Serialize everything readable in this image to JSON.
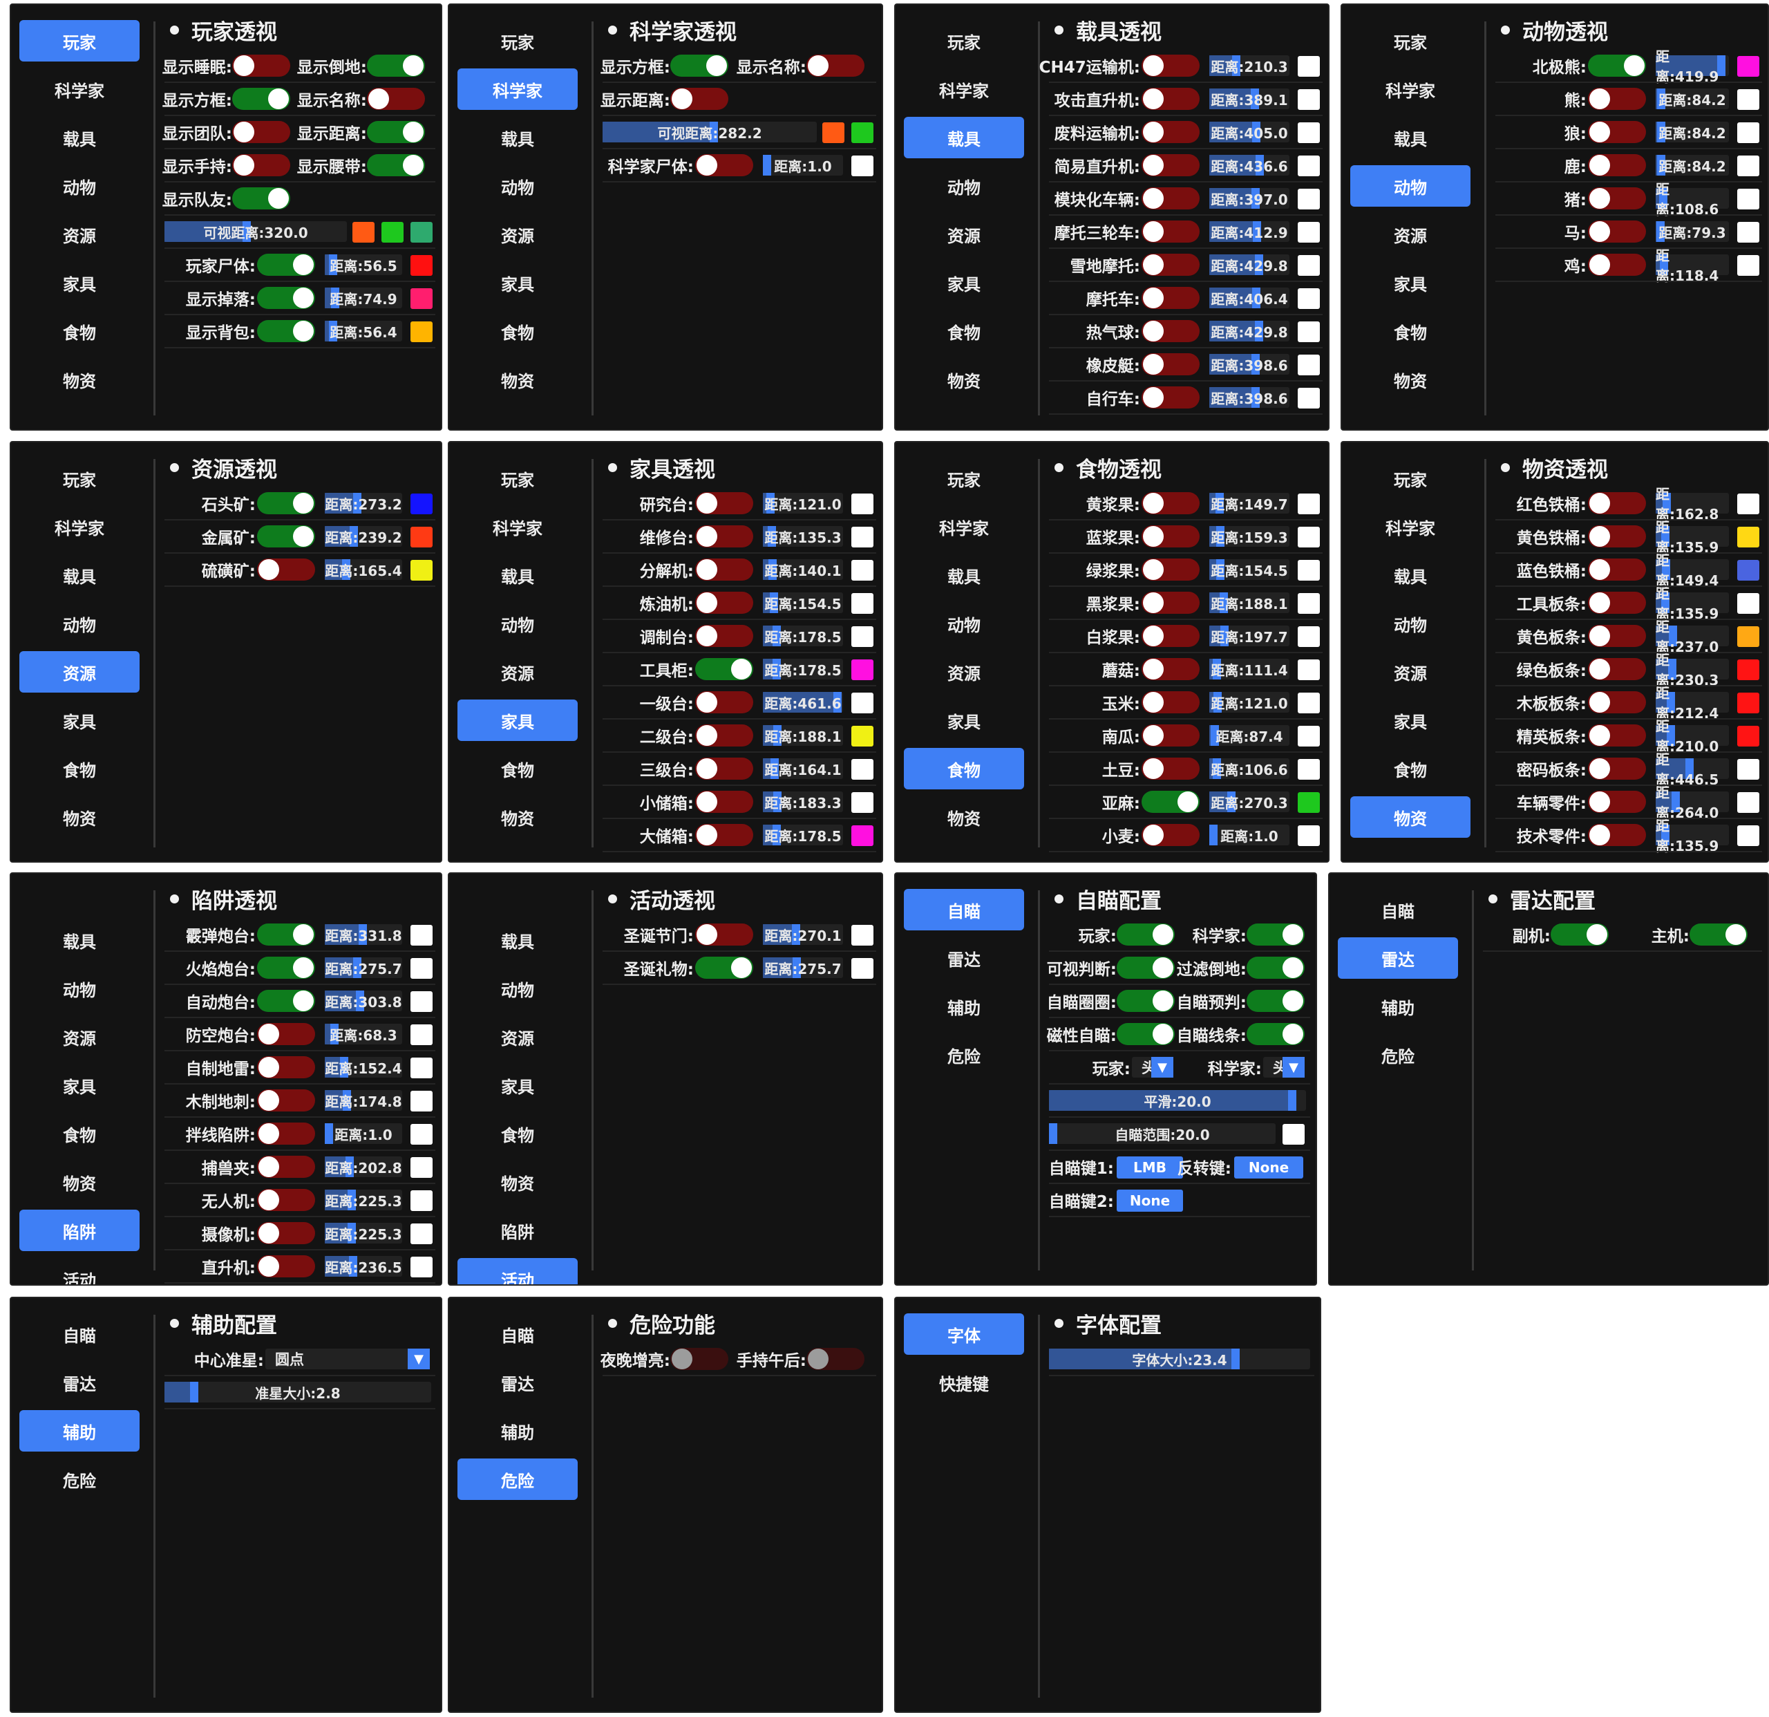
{
  "nav": {
    "player": "玩家",
    "scientist": "科学家",
    "vehicle": "载具",
    "animal": "动物",
    "resource": "资源",
    "furniture": "家具",
    "food": "食物",
    "supply": "物资",
    "trap": "陷阱",
    "event": "活动",
    "aim": "自瞄",
    "radar": "雷达",
    "assist": "辅助",
    "danger": "危险",
    "font": "字体",
    "hotkey": "快捷键"
  },
  "panels": [
    {
      "side": "esp",
      "active": "player",
      "title": "玩家透视",
      "rows": [
        {
          "type": "pair",
          "a": {
            "label": "显示睡眠:",
            "on": false
          },
          "b": {
            "label": "显示倒地:",
            "on": true
          }
        },
        {
          "type": "pair",
          "a": {
            "label": "显示方框:",
            "on": true
          },
          "b": {
            "label": "显示名称:",
            "on": false
          }
        },
        {
          "type": "pair",
          "a": {
            "label": "显示团队:",
            "on": false
          },
          "b": {
            "label": "显示距离:",
            "on": true
          }
        },
        {
          "type": "pair",
          "a": {
            "label": "显示手持:",
            "on": false
          },
          "b": {
            "label": "显示腰带:",
            "on": true
          }
        },
        {
          "type": "single",
          "label": "显示队友:",
          "on": true
        },
        {
          "type": "slider3",
          "text": "可视距离:320.0",
          "value": 0.45,
          "colors": [
            "#ff5a14",
            "#1ec81e",
            "#2eaa6e"
          ]
        },
        {
          "type": "dist",
          "label": "玩家尸体:",
          "on": true,
          "dist": "距离:56.5",
          "value": 0.06,
          "color": "#ff1010"
        },
        {
          "type": "dist",
          "label": "显示掉落:",
          "on": true,
          "dist": "距离:74.9",
          "value": 0.09,
          "color": "#ff1e6e"
        },
        {
          "type": "dist",
          "label": "显示背包:",
          "on": true,
          "dist": "距离:56.4",
          "value": 0.06,
          "color": "#ffb400"
        }
      ]
    },
    {
      "side": "esp",
      "active": "scientist",
      "title": "科学家透视",
      "rows": [
        {
          "type": "pair",
          "a": {
            "label": "显示方框:",
            "on": true
          },
          "b": {
            "label": "显示名称:",
            "on": false
          }
        },
        {
          "type": "single",
          "label": "显示距离:",
          "on": false
        },
        {
          "type": "slider2",
          "text": "可视距离:282.2",
          "value": 0.52,
          "colors": [
            "#ff5a14",
            "#1ec81e"
          ]
        },
        {
          "type": "dist",
          "label": "科学家尸体:",
          "on": false,
          "dist": "距离:1.0",
          "value": 0.0,
          "color": "#ffffff"
        }
      ]
    },
    {
      "side": "esp",
      "active": "vehicle",
      "title": "载具透视",
      "rows": [
        {
          "type": "dist",
          "label": "CH47运输机:",
          "on": false,
          "dist": "距离:210.3",
          "value": 0.32,
          "color": "#ffffff"
        },
        {
          "type": "dist",
          "label": "攻击直升机:",
          "on": false,
          "dist": "距离:389.1",
          "value": 0.58,
          "color": "#ffffff"
        },
        {
          "type": "dist",
          "label": "废料运输机:",
          "on": false,
          "dist": "距离:405.0",
          "value": 0.6,
          "color": "#ffffff"
        },
        {
          "type": "dist",
          "label": "简易直升机:",
          "on": false,
          "dist": "距离:436.6",
          "value": 0.64,
          "color": "#ffffff"
        },
        {
          "type": "dist",
          "label": "模块化车辆:",
          "on": false,
          "dist": "距离:397.0",
          "value": 0.59,
          "color": "#ffffff"
        },
        {
          "type": "dist",
          "label": "摩托三轮车:",
          "on": false,
          "dist": "距离:412.9",
          "value": 0.61,
          "color": "#ffffff"
        },
        {
          "type": "dist",
          "label": "雪地摩托:",
          "on": false,
          "dist": "距离:429.8",
          "value": 0.63,
          "color": "#ffffff"
        },
        {
          "type": "dist",
          "label": "摩托车:",
          "on": false,
          "dist": "距离:406.4",
          "value": 0.6,
          "color": "#ffffff"
        },
        {
          "type": "dist",
          "label": "热气球:",
          "on": false,
          "dist": "距离:429.8",
          "value": 0.63,
          "color": "#ffffff"
        },
        {
          "type": "dist",
          "label": "橡皮艇:",
          "on": false,
          "dist": "距离:398.6",
          "value": 0.59,
          "color": "#ffffff"
        },
        {
          "type": "dist",
          "label": "自行车:",
          "on": false,
          "dist": "距离:398.6",
          "value": 0.59,
          "color": "#ffffff"
        }
      ]
    },
    {
      "side": "esp",
      "active": "animal",
      "title": "动物透视",
      "rows": [
        {
          "type": "dist",
          "label": "北极熊:",
          "on": true,
          "dist": "距离:419.9",
          "value": 0.95,
          "color": "#ff10e0"
        },
        {
          "type": "dist",
          "label": "熊:",
          "on": false,
          "dist": "距离:84.2",
          "value": 0.02,
          "color": "#ffffff"
        },
        {
          "type": "dist",
          "label": "狼:",
          "on": false,
          "dist": "距离:84.2",
          "value": 0.02,
          "color": "#ffffff"
        },
        {
          "type": "dist",
          "label": "鹿:",
          "on": false,
          "dist": "距离:84.2",
          "value": 0.02,
          "color": "#ffffff"
        },
        {
          "type": "dist",
          "label": "猪:",
          "on": false,
          "dist": "距离:108.6",
          "value": 0.05,
          "color": "#ffffff"
        },
        {
          "type": "dist",
          "label": "马:",
          "on": false,
          "dist": "距离:79.3",
          "value": 0.01,
          "color": "#ffffff"
        },
        {
          "type": "dist",
          "label": "鸡:",
          "on": false,
          "dist": "距离:118.4",
          "value": 0.06,
          "color": "#ffffff"
        }
      ]
    },
    {
      "side": "esp",
      "active": "resource",
      "title": "资源透视",
      "rows": [
        {
          "type": "dist",
          "label": "石头矿:",
          "on": true,
          "dist": "距离:273.2",
          "value": 0.41,
          "color": "#1414ff"
        },
        {
          "type": "dist",
          "label": "金属矿:",
          "on": true,
          "dist": "距离:239.2",
          "value": 0.36,
          "color": "#ff3a14"
        },
        {
          "type": "dist",
          "label": "硫磺矿:",
          "on": false,
          "dist": "距离:165.4",
          "value": 0.25,
          "color": "#f0f014"
        }
      ]
    },
    {
      "side": "esp",
      "active": "furniture",
      "title": "家具透视",
      "rows": [
        {
          "type": "dist",
          "label": "研究台:",
          "on": false,
          "dist": "距离:121.0",
          "value": 0.05,
          "color": "#ffffff"
        },
        {
          "type": "dist",
          "label": "维修台:",
          "on": false,
          "dist": "距离:135.3",
          "value": 0.07,
          "color": "#ffffff"
        },
        {
          "type": "dist",
          "label": "分解机:",
          "on": false,
          "dist": "距离:140.1",
          "value": 0.08,
          "color": "#ffffff"
        },
        {
          "type": "dist",
          "label": "炼油机:",
          "on": false,
          "dist": "距离:154.5",
          "value": 0.1,
          "color": "#ffffff"
        },
        {
          "type": "dist",
          "label": "调制台:",
          "on": false,
          "dist": "距离:178.5",
          "value": 0.13,
          "color": "#ffffff"
        },
        {
          "type": "dist",
          "label": "工具柜:",
          "on": true,
          "dist": "距离:178.5",
          "value": 0.13,
          "color": "#ff10e0"
        },
        {
          "type": "dist",
          "label": "一级台:",
          "on": false,
          "dist": "距离:461.6",
          "value": 0.98,
          "color": "#ffffff"
        },
        {
          "type": "dist",
          "label": "二级台:",
          "on": false,
          "dist": "距离:188.1",
          "value": 0.14,
          "color": "#f0f014"
        },
        {
          "type": "dist",
          "label": "三级台:",
          "on": false,
          "dist": "距离:164.1",
          "value": 0.11,
          "color": "#ffffff"
        },
        {
          "type": "dist",
          "label": "小储箱:",
          "on": false,
          "dist": "距离:183.3",
          "value": 0.14,
          "color": "#ffffff"
        },
        {
          "type": "dist",
          "label": "大储箱:",
          "on": false,
          "dist": "距离:178.5",
          "value": 0.13,
          "color": "#ff10e0"
        }
      ]
    },
    {
      "side": "esp",
      "active": "food",
      "title": "食物透视",
      "rows": [
        {
          "type": "dist",
          "label": "黄浆果:",
          "on": false,
          "dist": "距离:149.7",
          "value": 0.09,
          "color": "#ffffff"
        },
        {
          "type": "dist",
          "label": "蓝浆果:",
          "on": false,
          "dist": "距离:159.3",
          "value": 0.1,
          "color": "#ffffff"
        },
        {
          "type": "dist",
          "label": "绿浆果:",
          "on": false,
          "dist": "距离:154.5",
          "value": 0.1,
          "color": "#ffffff"
        },
        {
          "type": "dist",
          "label": "黑浆果:",
          "on": false,
          "dist": "距离:188.1",
          "value": 0.14,
          "color": "#ffffff"
        },
        {
          "type": "dist",
          "label": "白浆果:",
          "on": false,
          "dist": "距离:197.7",
          "value": 0.15,
          "color": "#ffffff"
        },
        {
          "type": "dist",
          "label": "蘑菇:",
          "on": false,
          "dist": "距离:111.4",
          "value": 0.05,
          "color": "#ffffff"
        },
        {
          "type": "dist",
          "label": "玉米:",
          "on": false,
          "dist": "距离:121.0",
          "value": 0.06,
          "color": "#ffffff"
        },
        {
          "type": "dist",
          "label": "南瓜:",
          "on": false,
          "dist": "距离:87.4",
          "value": 0.02,
          "color": "#ffffff"
        },
        {
          "type": "dist",
          "label": "土豆:",
          "on": false,
          "dist": "距离:106.6",
          "value": 0.05,
          "color": "#ffffff"
        },
        {
          "type": "dist",
          "label": "亚麻:",
          "on": true,
          "dist": "距离:270.3",
          "value": 0.25,
          "color": "#1ec81e"
        },
        {
          "type": "dist",
          "label": "小麦:",
          "on": false,
          "dist": "距离:1.0",
          "value": 0.0,
          "color": "#ffffff"
        }
      ]
    },
    {
      "side": "esp",
      "active": "supply",
      "title": "物资透视",
      "rows": [
        {
          "type": "dist",
          "label": "红色铁桶:",
          "on": false,
          "dist": "距离:162.8",
          "value": 0.11,
          "color": "#ffffff"
        },
        {
          "type": "dist",
          "label": "黄色铁桶:",
          "on": false,
          "dist": "距离:135.9",
          "value": 0.08,
          "color": "#ffd814"
        },
        {
          "type": "dist",
          "label": "蓝色铁桶:",
          "on": false,
          "dist": "距离:149.4",
          "value": 0.1,
          "color": "#4a64e0"
        },
        {
          "type": "dist",
          "label": "工具板条:",
          "on": false,
          "dist": "距离:135.9",
          "value": 0.08,
          "color": "#ffffff"
        },
        {
          "type": "dist",
          "label": "黄色板条:",
          "on": false,
          "dist": "距离:237.0",
          "value": 0.2,
          "color": "#ffa814"
        },
        {
          "type": "dist",
          "label": "绿色板条:",
          "on": false,
          "dist": "距离:230.3",
          "value": 0.19,
          "color": "#ff1414"
        },
        {
          "type": "dist",
          "label": "木板板条:",
          "on": false,
          "dist": "距离:212.4",
          "value": 0.17,
          "color": "#ff1414"
        },
        {
          "type": "dist",
          "label": "精英板条:",
          "on": false,
          "dist": "距离:210.0",
          "value": 0.17,
          "color": "#ff1414"
        },
        {
          "type": "dist",
          "label": "密码板条:",
          "on": false,
          "dist": "距离:446.5",
          "value": 0.46,
          "color": "#ffffff"
        },
        {
          "type": "dist",
          "label": "车辆零件:",
          "on": false,
          "dist": "距离:264.0",
          "value": 0.24,
          "color": "#ffffff"
        },
        {
          "type": "dist",
          "label": "技术零件:",
          "on": false,
          "dist": "距离:135.9",
          "value": 0.08,
          "color": "#ffffff"
        }
      ]
    },
    {
      "side": "esp2",
      "active": "trap",
      "title": "陷阱透视",
      "rows": [
        {
          "type": "dist",
          "label": "霰弹炮台:",
          "on": true,
          "dist": "距离:331.8",
          "value": 0.49,
          "color": "#ffffff"
        },
        {
          "type": "dist",
          "label": "火焰炮台:",
          "on": true,
          "dist": "距离:275.7",
          "value": 0.41,
          "color": "#ffffff"
        },
        {
          "type": "dist",
          "label": "自动炮台:",
          "on": true,
          "dist": "距离:303.8",
          "value": 0.45,
          "color": "#ffffff"
        },
        {
          "type": "dist",
          "label": "防空炮台:",
          "on": false,
          "dist": "距离:68.3",
          "value": 0.08,
          "color": "#ffffff"
        },
        {
          "type": "dist",
          "label": "自制地雷:",
          "on": false,
          "dist": "距离:152.4",
          "value": 0.22,
          "color": "#ffffff"
        },
        {
          "type": "dist",
          "label": "木制地刺:",
          "on": false,
          "dist": "距离:174.8",
          "value": 0.26,
          "color": "#ffffff"
        },
        {
          "type": "dist",
          "label": "拌线陷阱:",
          "on": false,
          "dist": "距离:1.0",
          "value": 0.0,
          "color": "#ffffff"
        },
        {
          "type": "dist",
          "label": "捕兽夹:",
          "on": false,
          "dist": "距离:202.8",
          "value": 0.3,
          "color": "#ffffff"
        },
        {
          "type": "dist",
          "label": "无人机:",
          "on": false,
          "dist": "距离:225.3",
          "value": 0.33,
          "color": "#ffffff"
        },
        {
          "type": "dist",
          "label": "摄像机:",
          "on": false,
          "dist": "距离:225.3",
          "value": 0.33,
          "color": "#ffffff"
        },
        {
          "type": "dist",
          "label": "直升机:",
          "on": false,
          "dist": "距离:236.5",
          "value": 0.35,
          "color": "#ffffff"
        }
      ]
    },
    {
      "side": "esp2",
      "active": "event",
      "title": "活动透视",
      "rows": [
        {
          "type": "dist",
          "label": "圣诞节门:",
          "on": false,
          "dist": "距离:270.1",
          "value": 0.4,
          "color": "#ffffff"
        },
        {
          "type": "dist",
          "label": "圣诞礼物:",
          "on": true,
          "dist": "距离:275.7",
          "value": 0.41,
          "color": "#ffffff"
        }
      ]
    },
    {
      "side": "aim",
      "active": "aim",
      "title": "自瞄配置",
      "rows": [
        {
          "type": "pair",
          "a": {
            "label": "玩家:",
            "on": true
          },
          "b": {
            "label": "科学家:",
            "on": true
          }
        },
        {
          "type": "pair",
          "a": {
            "label": "可视判断:",
            "on": true
          },
          "b": {
            "label": "过滤倒地:",
            "on": true
          }
        },
        {
          "type": "pair",
          "a": {
            "label": "自瞄圈圈:",
            "on": true
          },
          "b": {
            "label": "自瞄预判:",
            "on": true
          }
        },
        {
          "type": "pair",
          "a": {
            "label": "磁性自瞄:",
            "on": true
          },
          "b": {
            "label": "自瞄线条:",
            "on": true
          }
        },
        {
          "type": "droppair",
          "a": {
            "label": "玩家:",
            "value": "头"
          },
          "b": {
            "label": "科学家:",
            "value": "头"
          }
        },
        {
          "type": "slider",
          "text": "平滑:20.0",
          "value": 0.96
        },
        {
          "type": "slidersw",
          "text": "自瞄范围:20.0",
          "value": 0.0,
          "color": "#ffffff"
        },
        {
          "type": "keypair",
          "a": {
            "label": "自瞄键1:",
            "value": "LMB"
          },
          "b": {
            "label": "反转键:",
            "value": "None"
          }
        },
        {
          "type": "key",
          "label": "自瞄键2:",
          "value": "None"
        }
      ]
    },
    {
      "side": "aim",
      "active": "radar",
      "title": "雷达配置",
      "rows": [
        {
          "type": "pair",
          "a": {
            "label": "副机:",
            "on": true
          },
          "b": {
            "label": "主机:",
            "on": true
          }
        }
      ]
    },
    {
      "side": "aim",
      "active": "assist",
      "title": "辅助配置",
      "rows": [
        {
          "type": "drop",
          "label": "中心准星:",
          "value": "圆点"
        },
        {
          "type": "slider",
          "text": "准星大小:2.8",
          "value": 0.1
        }
      ]
    },
    {
      "side": "aim",
      "active": "danger",
      "title": "危险功能",
      "rows": [
        {
          "type": "graypair",
          "a": {
            "label": "夜晚增亮:"
          },
          "b": {
            "label": "手持午后:"
          }
        }
      ]
    },
    {
      "side": "font",
      "active": "font",
      "title": "字体配置",
      "rows": [
        {
          "type": "slider",
          "text": "字体大小:23.4",
          "value": 0.72
        }
      ]
    }
  ]
}
